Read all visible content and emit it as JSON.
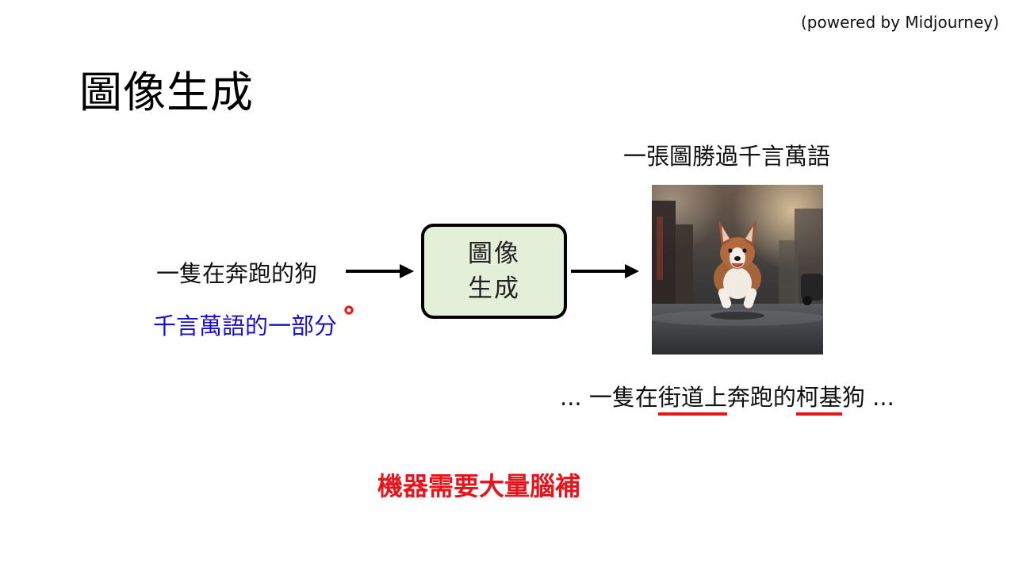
{
  "slide": {
    "credit": "(powered by Midjourney)",
    "title": "圖像生成",
    "caption_top": "一張圖勝過千言萬語",
    "input_text": "一隻在奔跑的狗",
    "note_text": "千言萬語的一部分",
    "gen_box_label": "圖像\n生成",
    "caption_bottom": {
      "prefix": "... 一隻在",
      "highlight1": "街道上",
      "middle": "奔跑的",
      "highlight2": "柯基",
      "suffix": "狗 ..."
    },
    "conclusion": "機器需要大量腦補"
  },
  "colors": {
    "note_text": "#1a12c8",
    "accent_red": "#e8141b",
    "box_fill": "#e3efd9",
    "arrow": "#000000"
  },
  "icons": {
    "laser_pointer": "laser-pointer-icon",
    "arrow": "right-arrow-icon"
  }
}
